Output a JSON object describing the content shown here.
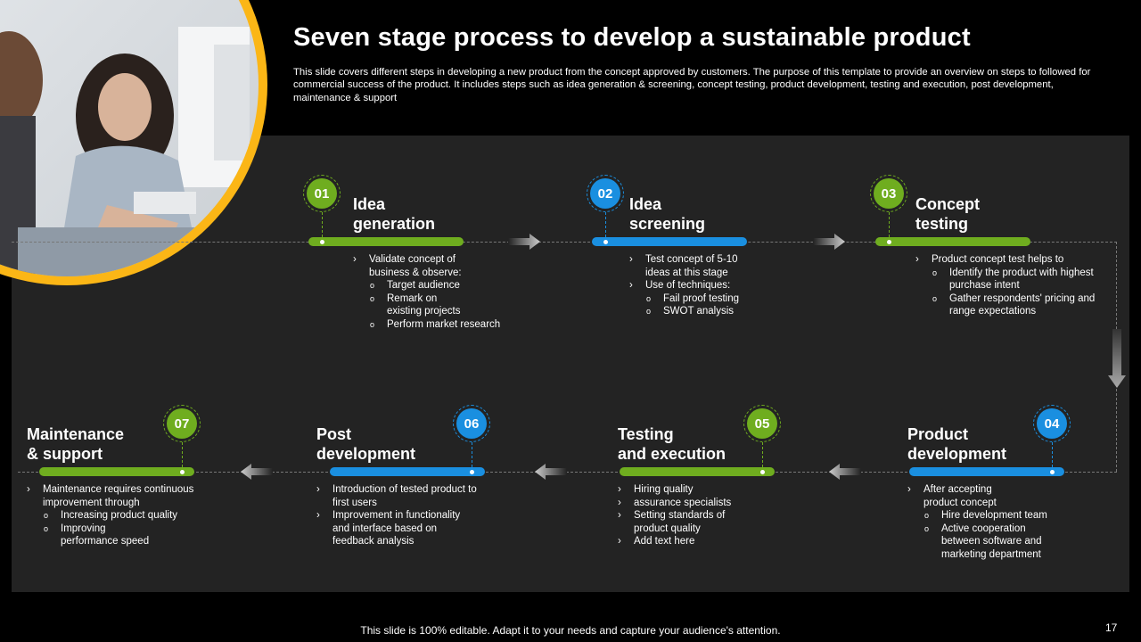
{
  "title": "Seven stage process to develop a sustainable product",
  "description": "This slide covers different steps in developing a new product from the concept approved by customers. The purpose of this template to provide an overview on steps to followed for commercial success of the product. It includes steps such as idea generation & screening, concept testing, product development, testing and execution, post development, maintenance & support",
  "footer": "This slide is 100% editable. Adapt it to your needs and capture your audience's attention.",
  "page_number": "17",
  "colors": {
    "green": "#6fad1f",
    "blue": "#1a8fe0",
    "accent_yellow": "#fbb616",
    "panel": "#232323"
  },
  "steps": [
    {
      "num": "01",
      "title1": "Idea",
      "title2": "generation",
      "bullets": [
        {
          "t": "Validate concept of",
          "lvl": 1
        },
        {
          "t": "business & observe:",
          "lvl": 0
        },
        {
          "t": "Target audience",
          "lvl": 2
        },
        {
          "t": "Remark on",
          "lvl": 2
        },
        {
          "t": "existing projects",
          "lvl": 3
        },
        {
          "t": "Perform market research",
          "lvl": 2
        }
      ]
    },
    {
      "num": "02",
      "title1": "Idea",
      "title2": "screening",
      "bullets": [
        {
          "t": "Test concept of 5-10",
          "lvl": 1
        },
        {
          "t": "ideas at this stage",
          "lvl": 0
        },
        {
          "t": "Use of techniques:",
          "lvl": 1
        },
        {
          "t": "Fail proof testing",
          "lvl": 2
        },
        {
          "t": "SWOT analysis",
          "lvl": 2
        }
      ]
    },
    {
      "num": "03",
      "title1": "Concept",
      "title2": "testing",
      "bullets": [
        {
          "t": "Product concept test helps to",
          "lvl": 1
        },
        {
          "t": "Identify the product with highest",
          "lvl": 2
        },
        {
          "t": "purchase intent",
          "lvl": 3
        },
        {
          "t": "Gather respondents' pricing and",
          "lvl": 2
        },
        {
          "t": "range expectations",
          "lvl": 3
        }
      ]
    },
    {
      "num": "04",
      "title1": "Product",
      "title2": "development",
      "bullets": [
        {
          "t": "After accepting",
          "lvl": 1
        },
        {
          "t": "product concept",
          "lvl": 0
        },
        {
          "t": "Hire development team",
          "lvl": 2
        },
        {
          "t": "Active cooperation",
          "lvl": 2
        },
        {
          "t": "between software and",
          "lvl": 3
        },
        {
          "t": "marketing department",
          "lvl": 3
        }
      ]
    },
    {
      "num": "05",
      "title1": "Testing",
      "title2": "and execution",
      "bullets": [
        {
          "t": "Hiring quality",
          "lvl": 1
        },
        {
          "t": "assurance specialists",
          "lvl": 1
        },
        {
          "t": "Setting standards of",
          "lvl": 1
        },
        {
          "t": "product quality",
          "lvl": 0
        },
        {
          "t": "Add text here",
          "lvl": 1
        }
      ]
    },
    {
      "num": "06",
      "title1": "Post",
      "title2": "development",
      "bullets": [
        {
          "t": "Introduction of tested product to",
          "lvl": 1
        },
        {
          "t": "first users",
          "lvl": 0
        },
        {
          "t": "Improvement in functionality",
          "lvl": 1
        },
        {
          "t": "and interface based on",
          "lvl": 0
        },
        {
          "t": "feedback analysis",
          "lvl": 0
        }
      ]
    },
    {
      "num": "07",
      "title1": "Maintenance",
      "title2": "& support",
      "bullets": [
        {
          "t": "Maintenance requires continuous",
          "lvl": 1
        },
        {
          "t": "improvement through",
          "lvl": 0
        },
        {
          "t": "Increasing product quality",
          "lvl": 2
        },
        {
          "t": "Improving",
          "lvl": 2
        },
        {
          "t": "performance speed",
          "lvl": 3
        }
      ]
    }
  ]
}
